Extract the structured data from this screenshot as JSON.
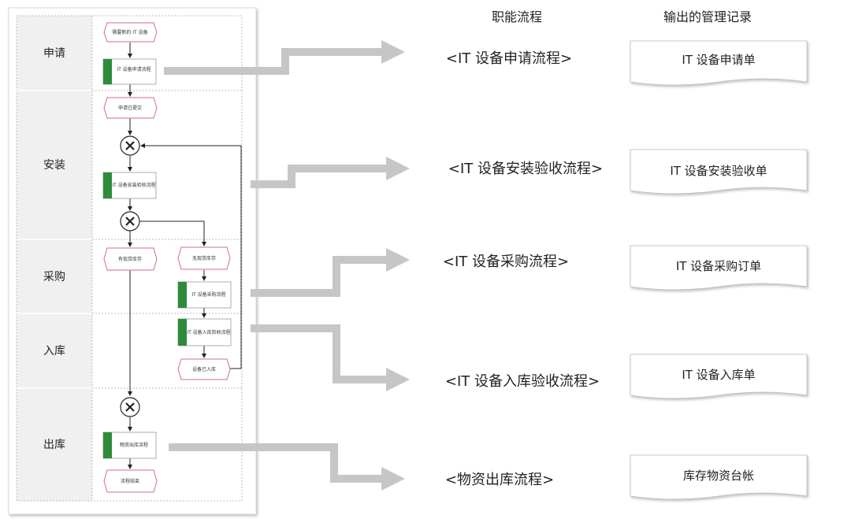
{
  "headers": {
    "process": "职能流程",
    "records": "输出的管理记录"
  },
  "lanes": [
    "申请",
    "安装",
    "采购",
    "入库",
    "出库"
  ],
  "nodes": {
    "need_it": "需要新的 IT 设备",
    "it_apply_flow": "IT 设备申请流程",
    "apply_submitted": "申请已提交",
    "it_install_flow": "IT 设备安装验收流程",
    "has_stock": "有现货库存",
    "no_stock": "无现货库存",
    "it_purchase_flow": "IT 设备采购流程",
    "it_instock_flow": "IT 设备入库验收流程",
    "device_instocked": "设备已入库",
    "outbound_flow": "物资出库流程",
    "flow_end": "流程结束"
  },
  "processes": [
    "<IT 设备申请流程>",
    "<IT 设备安装验收流程>",
    "<IT 设备采购流程>",
    "<IT 设备入库验收流程>",
    "<物资出库流程>"
  ],
  "records": [
    "IT 设备申请单",
    "IT 设备安装验收单",
    "IT 设备采购订单",
    "IT 设备入库单",
    "库存物资台帐"
  ],
  "colors": {
    "event_border": "#d4679b",
    "function_tab": "#2e8b3a",
    "arrow_gray": "#c6c6c6",
    "lane_bg": "#f0f0f0"
  }
}
